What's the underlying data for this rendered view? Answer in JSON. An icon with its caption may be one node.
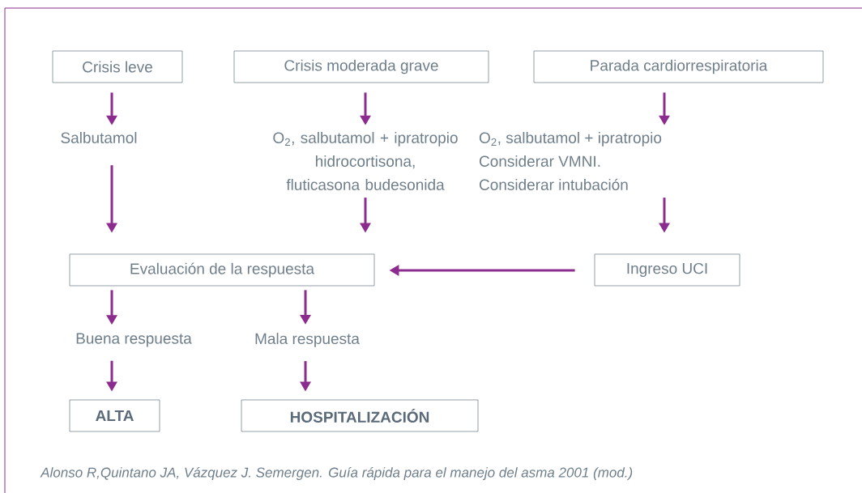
{
  "diagram": {
    "caption": "Alonso R,Quintano JA, Vázquez J. Semergen. Guía rápida para el manejo del asma 2001 (mod.)",
    "nodes": [
      {
        "text": [
          "Crisis leve"
        ]
      },
      {
        "text": [
          "Crisis moderada grave"
        ]
      },
      {
        "text": [
          "Parada cardiorrespiratoria"
        ]
      },
      {
        "text": [
          "Salbutamol"
        ]
      },
      {
        "text": [
          "O$_{2}$, salbutamol + ipratropio",
          "hidrocortisona, fluticasona budesonida"
        ]
      },
      {
        "text": [
          "O$_{2}$, salbutamol + ipratropio",
          "Considerar VMNI.",
          "Considerar intubación"
        ]
      },
      {
        "text": [
          "Evaluación de la respuesta"
        ]
      },
      {
        "text": [
          "Ingreso UCI"
        ]
      },
      {
        "text": [
          "Buena respuesta"
        ]
      },
      {
        "text": [
          "Mala respuesta"
        ]
      },
      {
        "text": [
          "ALTA"
        ]
      },
      {
        "text": [
          "HOSPITALIZACIÓN"
        ]
      }
    ],
    "edges": [
      {
        "from": 0,
        "to": 3,
        "arrow": "to"
      },
      {
        "from": 1,
        "to": 4,
        "arrow": "to"
      },
      {
        "from": 2,
        "to": 5,
        "arrow": "to"
      },
      {
        "from": 3,
        "to": 6,
        "arrow": "to"
      },
      {
        "from": 4,
        "to": 6,
        "arrow": "to"
      },
      {
        "from": 5,
        "to": 7,
        "arrow": "to"
      },
      {
        "from": 7,
        "to": 6,
        "arrow": "to"
      },
      {
        "from": 6,
        "to": 8,
        "arrow": "to"
      },
      {
        "from": 6,
        "to": 9,
        "arrow": "to"
      },
      {
        "from": 8,
        "to": 10,
        "arrow": "to"
      },
      {
        "from": 9,
        "to": 11,
        "arrow": "to"
      }
    ]
  }
}
